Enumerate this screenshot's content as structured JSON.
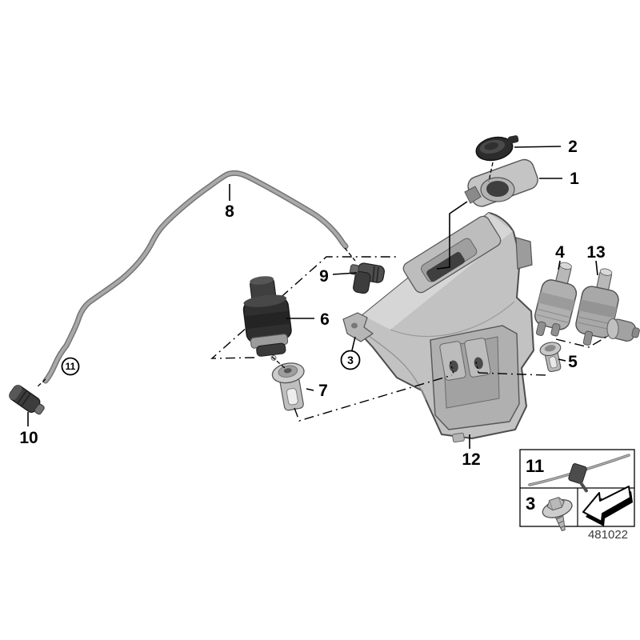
{
  "diagram": {
    "drawing_number": "481022",
    "callouts": {
      "n1": "1",
      "n2": "2",
      "n4": "4",
      "n5": "5",
      "n6": "6",
      "n7": "7",
      "n8": "8",
      "n9": "9",
      "n10": "10",
      "n12": "12",
      "n13": "13",
      "circled3": "3",
      "circled11": "11"
    },
    "legend": {
      "row1_label": "11",
      "row1_item": "cable-tie",
      "row2_label": "3",
      "row2_item": "hex-washer-screw",
      "symbol": "installation-direction-arrow"
    },
    "colors": {
      "background": "#ffffff",
      "line": "#000000",
      "part_light": "#c6c6c6",
      "part_mid": "#a9a9a9",
      "part_dark": "#333333",
      "hose": "#8f8f8f"
    }
  }
}
